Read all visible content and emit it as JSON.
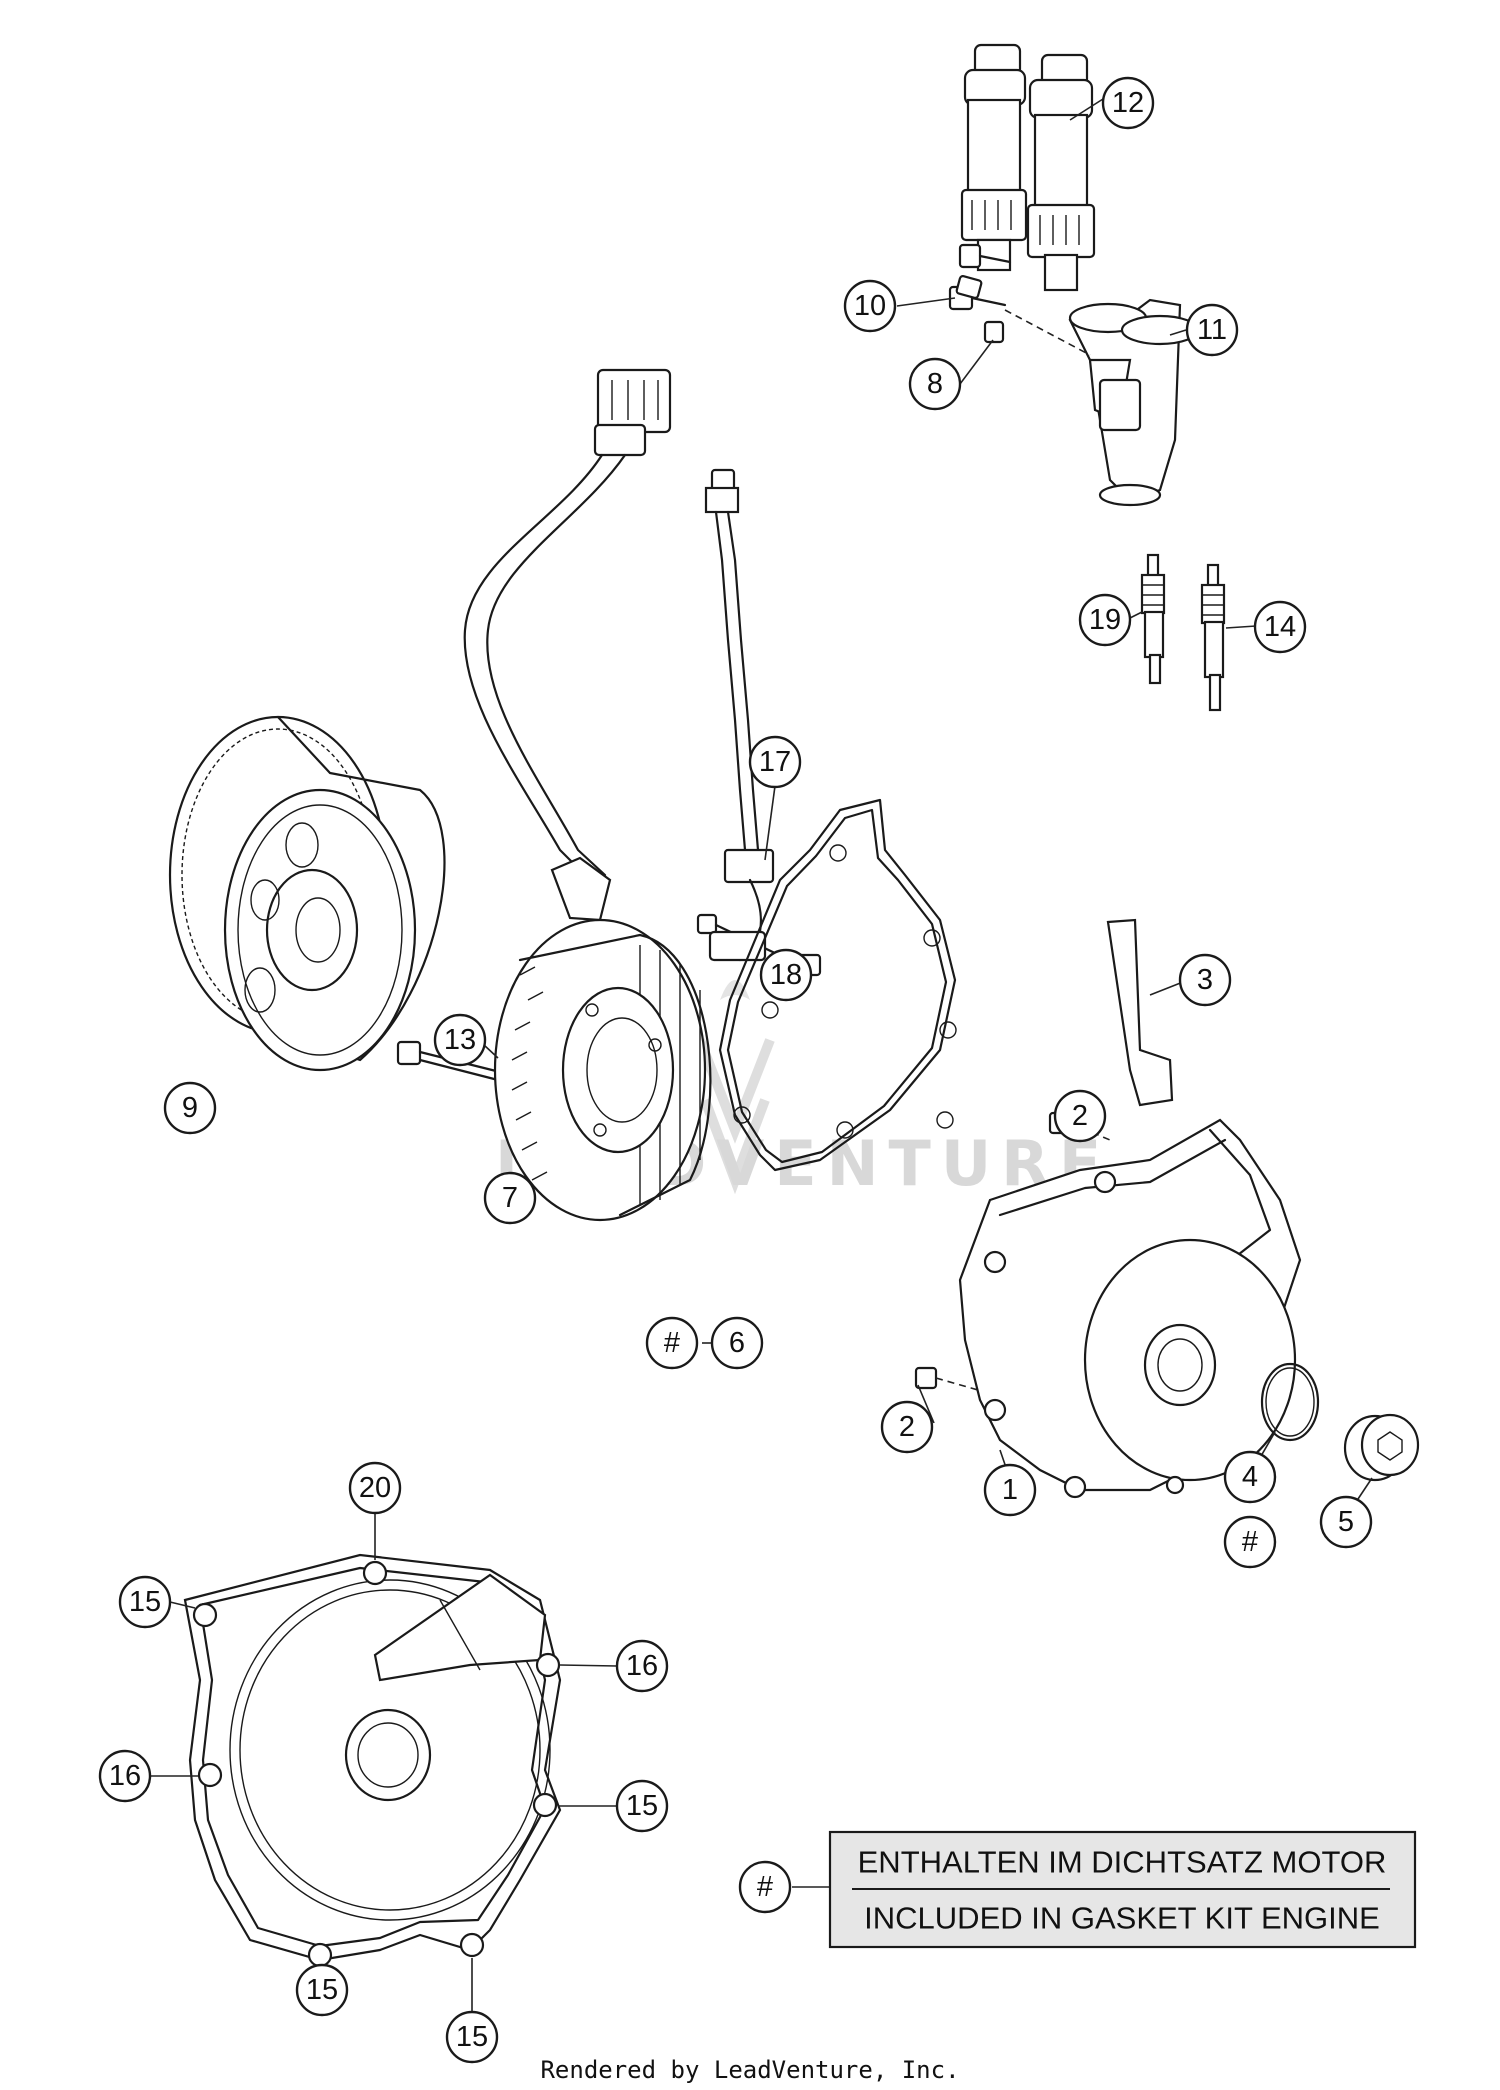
{
  "watermark": "LEADVENTURE",
  "callouts": [
    {
      "id": "1",
      "label": "1"
    },
    {
      "id": "2a",
      "label": "2"
    },
    {
      "id": "2b",
      "label": "2"
    },
    {
      "id": "3",
      "label": "3"
    },
    {
      "id": "4",
      "label": "4"
    },
    {
      "id": "4hash",
      "label": "#"
    },
    {
      "id": "5",
      "label": "5"
    },
    {
      "id": "6",
      "label": "6"
    },
    {
      "id": "6hash",
      "label": "#"
    },
    {
      "id": "7",
      "label": "7"
    },
    {
      "id": "8",
      "label": "8"
    },
    {
      "id": "9",
      "label": "9"
    },
    {
      "id": "10",
      "label": "10"
    },
    {
      "id": "11",
      "label": "11"
    },
    {
      "id": "12",
      "label": "12"
    },
    {
      "id": "13",
      "label": "13"
    },
    {
      "id": "14",
      "label": "14"
    },
    {
      "id": "15a",
      "label": "15"
    },
    {
      "id": "15b",
      "label": "15"
    },
    {
      "id": "15c",
      "label": "15"
    },
    {
      "id": "15d",
      "label": "15"
    },
    {
      "id": "16a",
      "label": "16"
    },
    {
      "id": "16b",
      "label": "16"
    },
    {
      "id": "17",
      "label": "17"
    },
    {
      "id": "18",
      "label": "18"
    },
    {
      "id": "19",
      "label": "19"
    },
    {
      "id": "20",
      "label": "20"
    },
    {
      "id": "legendhash",
      "label": "#"
    }
  ],
  "legend": {
    "line1": "ENTHALTEN IM DICHTSATZ MOTOR",
    "line2": "INCLUDED IN GASKET KIT ENGINE"
  },
  "footer": "Rendered by LeadVenture, Inc."
}
